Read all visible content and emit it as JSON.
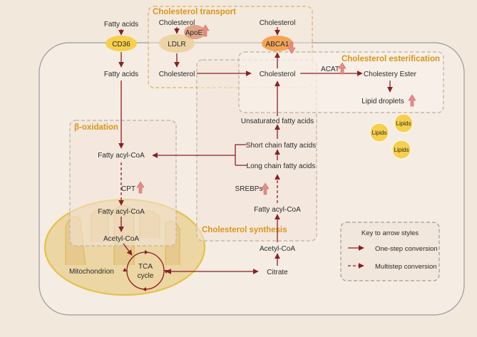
{
  "sections": {
    "transport": "Cholesterol transport",
    "esterification": "Cholesterol esterification",
    "beta_oxidation": "β-oxidation",
    "synthesis": "Cholesterol synthesis"
  },
  "nodes": {
    "fatty_acids_out": "Fatty acids",
    "cd36": "CD36",
    "fatty_acids_in": "Fatty acids",
    "fatty_acyl_coa": "Fatty acyl-CoA",
    "cpt": "CPT",
    "fatty_acyl_coa_mito": "Fatty acyl-CoA",
    "acetyl_coa_mito": "Acetyl-CoA",
    "mitochondrion": "Mitochondrion",
    "tca_line1": "TCA",
    "tca_line2": "cycle",
    "cholesterol_ldl": "Cholesterol",
    "apoe": "ApoE",
    "ldlr": "LDLR",
    "cholesterol_ldlr_in": "Cholesterol",
    "cholesterol_abca1": "Cholesterol",
    "abca1": "ABCA1",
    "cholesterol_center": "Cholesterol",
    "acat": "ACAT",
    "cholestery_ester": "Cholestery Ester",
    "lipid_droplets": "Lipid droplets",
    "lipids_1": "Lipids",
    "lipids_2": "Lipids",
    "lipids_3": "Lipids",
    "unsaturated_fa": "Unsaturated fatty acids",
    "short_chain_fa": "Short chain fatty acids",
    "long_chain_fa": "Long chain fatty acids",
    "srebps": "SREBPs",
    "fatty_acyl_coa_syn": "Fatty acyl-CoA",
    "acetyl_coa_syn": "Acetyl-CoA",
    "citrate": "Citrate"
  },
  "legend": {
    "title": "Key to arrow styles",
    "one_step": "One-step conversion",
    "multi_step": "Multistep conversion"
  },
  "colors": {
    "arrow": "#8b1f24",
    "section_title": "#d9951c",
    "up_arrow": "#e98b86",
    "lipid_fill": "#f6cf4c",
    "membrane_fill": "#f5ece3"
  }
}
